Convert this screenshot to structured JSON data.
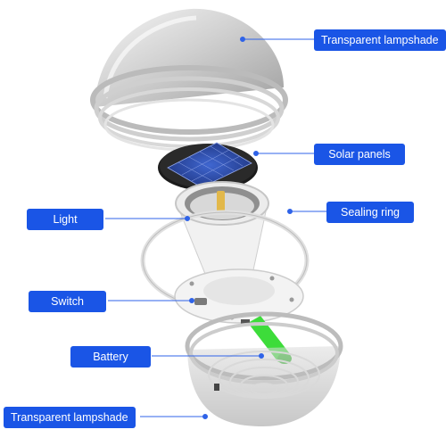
{
  "callouts": {
    "top_lampshade": "Transparent lampshade",
    "solar_panels": "Solar panels",
    "sealing_ring": "Sealing ring",
    "light": "Light",
    "switch": "Switch",
    "battery": "Battery",
    "bottom_lampshade": "Transparent lampshade"
  },
  "colors": {
    "callout_bg": "#1a55e6",
    "leader_line": "#2f63e8",
    "battery": "#3ddc3a",
    "solar_cell": "#2a4bb0"
  }
}
